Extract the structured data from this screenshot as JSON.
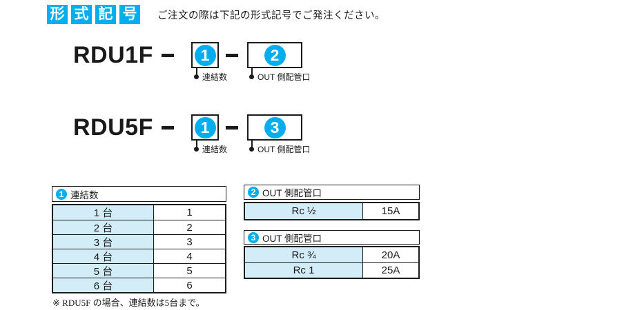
{
  "colors": {
    "accent": "#00aeef",
    "cell_bg": "#d3edf8",
    "ink": "#1a1a1a"
  },
  "header": {
    "badge_chars": [
      "形",
      "式",
      "記",
      "号"
    ],
    "badge_text": "形式記号",
    "intro": "ご注文の際は下記の形式記号でご発注ください。"
  },
  "diagrams": [
    {
      "model": "RDU1F",
      "separator": "–",
      "slots": [
        {
          "number": "1",
          "label": "連結数"
        },
        {
          "number": "2",
          "label": "OUT 側配管口"
        }
      ]
    },
    {
      "model": "RDU5F",
      "separator": "–",
      "slots": [
        {
          "number": "1",
          "label": "連結数"
        },
        {
          "number": "3",
          "label": "OUT 側配管口"
        }
      ]
    }
  ],
  "tables": [
    {
      "number": "1",
      "title": "連結数",
      "rows": [
        [
          "1 台",
          "1"
        ],
        [
          "2 台",
          "2"
        ],
        [
          "3 台",
          "3"
        ],
        [
          "4 台",
          "4"
        ],
        [
          "5 台",
          "5"
        ],
        [
          "6 台",
          "6"
        ]
      ]
    },
    {
      "number": "2",
      "title": "OUT 側配管口",
      "rows": [
        [
          "Rc ½",
          "15A"
        ]
      ]
    },
    {
      "number": "3",
      "title": "OUT 側配管口",
      "rows": [
        [
          "Rc ¾",
          "20A"
        ],
        [
          "Rc 1",
          "25A"
        ]
      ]
    }
  ],
  "note": "※ RDU5F の場合、連結数は5台まで。"
}
